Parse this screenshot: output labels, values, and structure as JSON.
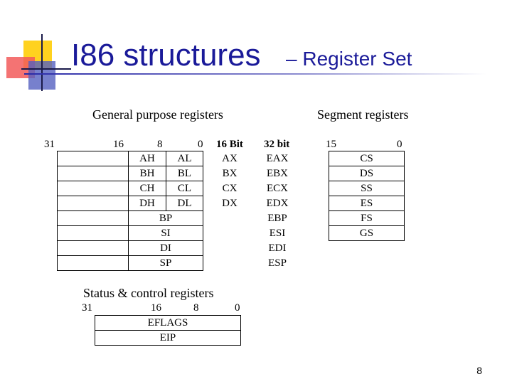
{
  "slide": {
    "title_main": "I86 structures",
    "title_sub": "– Register Set",
    "page_number": "8"
  },
  "general": {
    "heading": "General purpose registers",
    "bit_labels": {
      "b31": "31",
      "b16": "16",
      "b8": "8",
      "b0": "0"
    },
    "col16_header": "16 Bit",
    "col32_header": "32 bit",
    "byte_rows": [
      {
        "high": "AH",
        "low": "AL",
        "r16": "AX",
        "r32": "EAX"
      },
      {
        "high": "BH",
        "low": "BL",
        "r16": "BX",
        "r32": "EBX"
      },
      {
        "high": "CH",
        "low": "CL",
        "r16": "CX",
        "r32": "ECX"
      },
      {
        "high": "DH",
        "low": "DL",
        "r16": "DX",
        "r32": "EDX"
      }
    ],
    "word_rows": [
      {
        "r16": "BP",
        "r32": "EBP"
      },
      {
        "r16": "SI",
        "r32": "ESI"
      },
      {
        "r16": "DI",
        "r32": "EDI"
      },
      {
        "r16": "SP",
        "r32": "ESP"
      }
    ]
  },
  "segment": {
    "heading": "Segment registers",
    "bit_labels": {
      "b15": "15",
      "b0": "0"
    },
    "rows": [
      "CS",
      "DS",
      "SS",
      "ES",
      "FS",
      "GS"
    ]
  },
  "status": {
    "heading": "Status & control registers",
    "bit_labels": {
      "b31": "31",
      "b16": "16",
      "b8": "8",
      "b0": "0"
    },
    "rows": [
      "EFLAGS",
      "EIP"
    ]
  },
  "colors": {
    "title": "#1a1a99",
    "logo_yellow": "#ffd21f",
    "logo_red": "#f04a4a",
    "logo_blue": "#2f3fa8"
  }
}
